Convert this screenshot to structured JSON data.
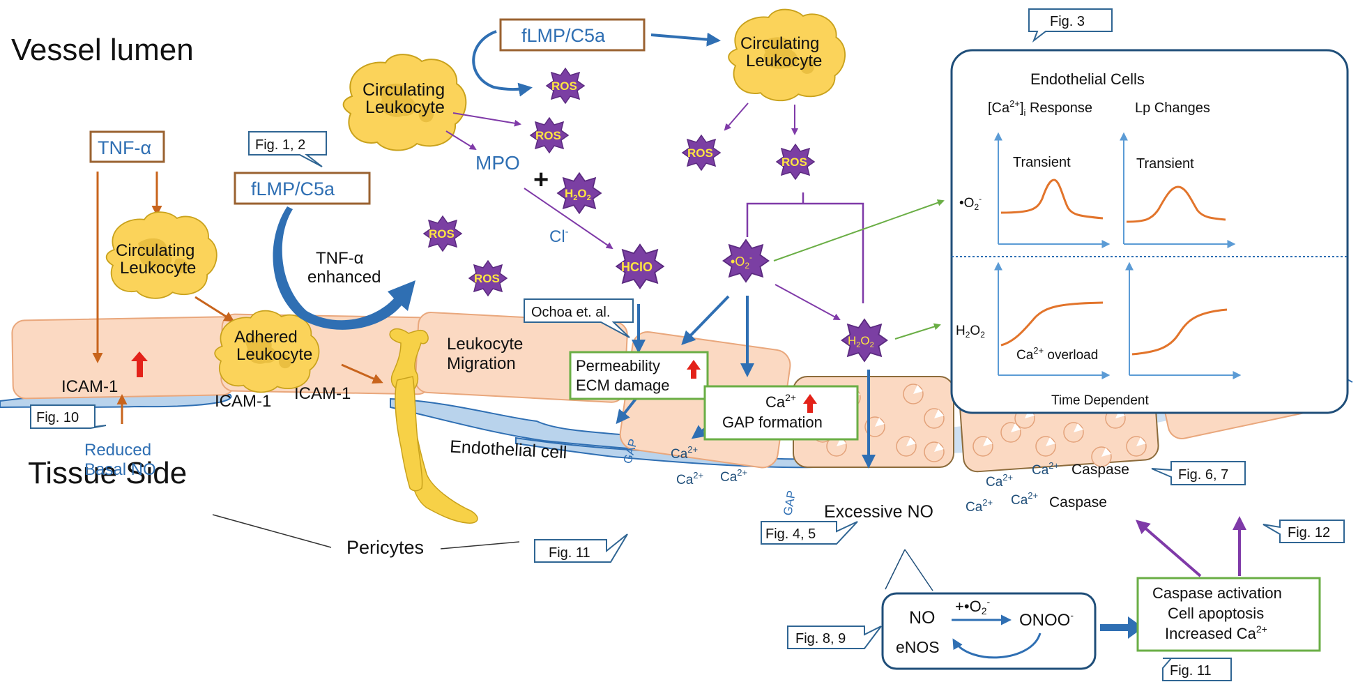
{
  "regions": {
    "vessel_lumen": "Vessel lumen",
    "tissue_side": "Tissue Side"
  },
  "stimuli": {
    "tnf_alpha": "TNF-α",
    "fmlp_c5a": "fLMP/C5a"
  },
  "leukocytes": {
    "circulating": [
      "Circulating",
      "Leukocyte"
    ],
    "adhered": [
      "Adhered",
      "Leukocyte"
    ],
    "migration": [
      "Leukocyte",
      "Migration"
    ]
  },
  "molecules": {
    "ros": "ROS",
    "mpo": "MPO",
    "plus": "+",
    "h2o2": "H",
    "h2o2_sub2": "2",
    "h2o2_o": "O",
    "cl": "Cl",
    "cl_sup": "-",
    "hclo": "HClO",
    "superoxide_dot": "•",
    "superoxide_o": "O",
    "superoxide_sub": "2",
    "superoxide_sup": "-",
    "icam": "ICAM-1"
  },
  "labels": {
    "tnf_enhanced": [
      "TNF-α",
      "enhanced"
    ],
    "reduced_basal_no": [
      "Reduced",
      "Basal NO"
    ],
    "endothelial_cell": "Endothelial cell",
    "gap": "GAP",
    "pericytes": "Pericytes",
    "ca": "Ca",
    "ca_sup": "2+",
    "caspase": "Caspase",
    "excessive_no": "Excessive NO"
  },
  "callouts": {
    "fig10": "Fig. 10",
    "fig1_2": "Fig. 1, 2",
    "ochoa": "Ochoa et. al.",
    "fig3": "Fig. 3",
    "fig11_a": "Fig. 11",
    "fig4_5": "Fig. 4, 5",
    "fig6_7": "Fig. 6, 7",
    "fig12": "Fig. 12",
    "fig8_9": "Fig. 8, 9",
    "fig11_b": "Fig. 11"
  },
  "boxes": {
    "permeability": [
      "Permeability",
      "ECM damage"
    ],
    "ca_gap": [
      "Ca",
      "2+",
      "GAP formation"
    ],
    "caspase_activation": [
      "Caspase activation",
      "Cell apoptosis",
      "Increased Ca",
      "2+"
    ]
  },
  "no_reaction": {
    "no": "NO",
    "plus_o2": "+",
    "onoo": "ONOO",
    "onoo_sup": "-",
    "enos": "eNOS"
  },
  "inset": {
    "title": "Endothelial Cells",
    "col1_prefix": "[Ca",
    "col1_sup": "2+",
    "col1_mid": "]",
    "col1_sub": "i",
    "col1_suffix": " Response",
    "col2": "Lp Changes",
    "transient": "Transient",
    "row1_label": "O",
    "row2_label_h": "H",
    "row2_label_2": "2",
    "row2_label_o": "O",
    "ca_overload": " overload",
    "time_dependent": "Time Dependent"
  },
  "colors": {
    "leukocyte_fill": "#fbd35a",
    "leukocyte_stroke": "#c9a21c",
    "ros_fill": "#7b3fa3",
    "ros_text": "#ffe640",
    "brown_arrow": "#c8641c",
    "blue_arrow": "#2f6fb3",
    "purple_arrow": "#7f3aa8",
    "green_box": "#6aae45",
    "brown_box": "#9a6230",
    "cell_fill": "#fbd9c2",
    "cell_stroke": "#e9a77c",
    "pericyte_fill": "#b9d3ec",
    "pericyte_stroke": "#2f6fb3",
    "curve": "#e2742b",
    "red_up": "#e32219",
    "callout_stroke": "#2f6593"
  }
}
